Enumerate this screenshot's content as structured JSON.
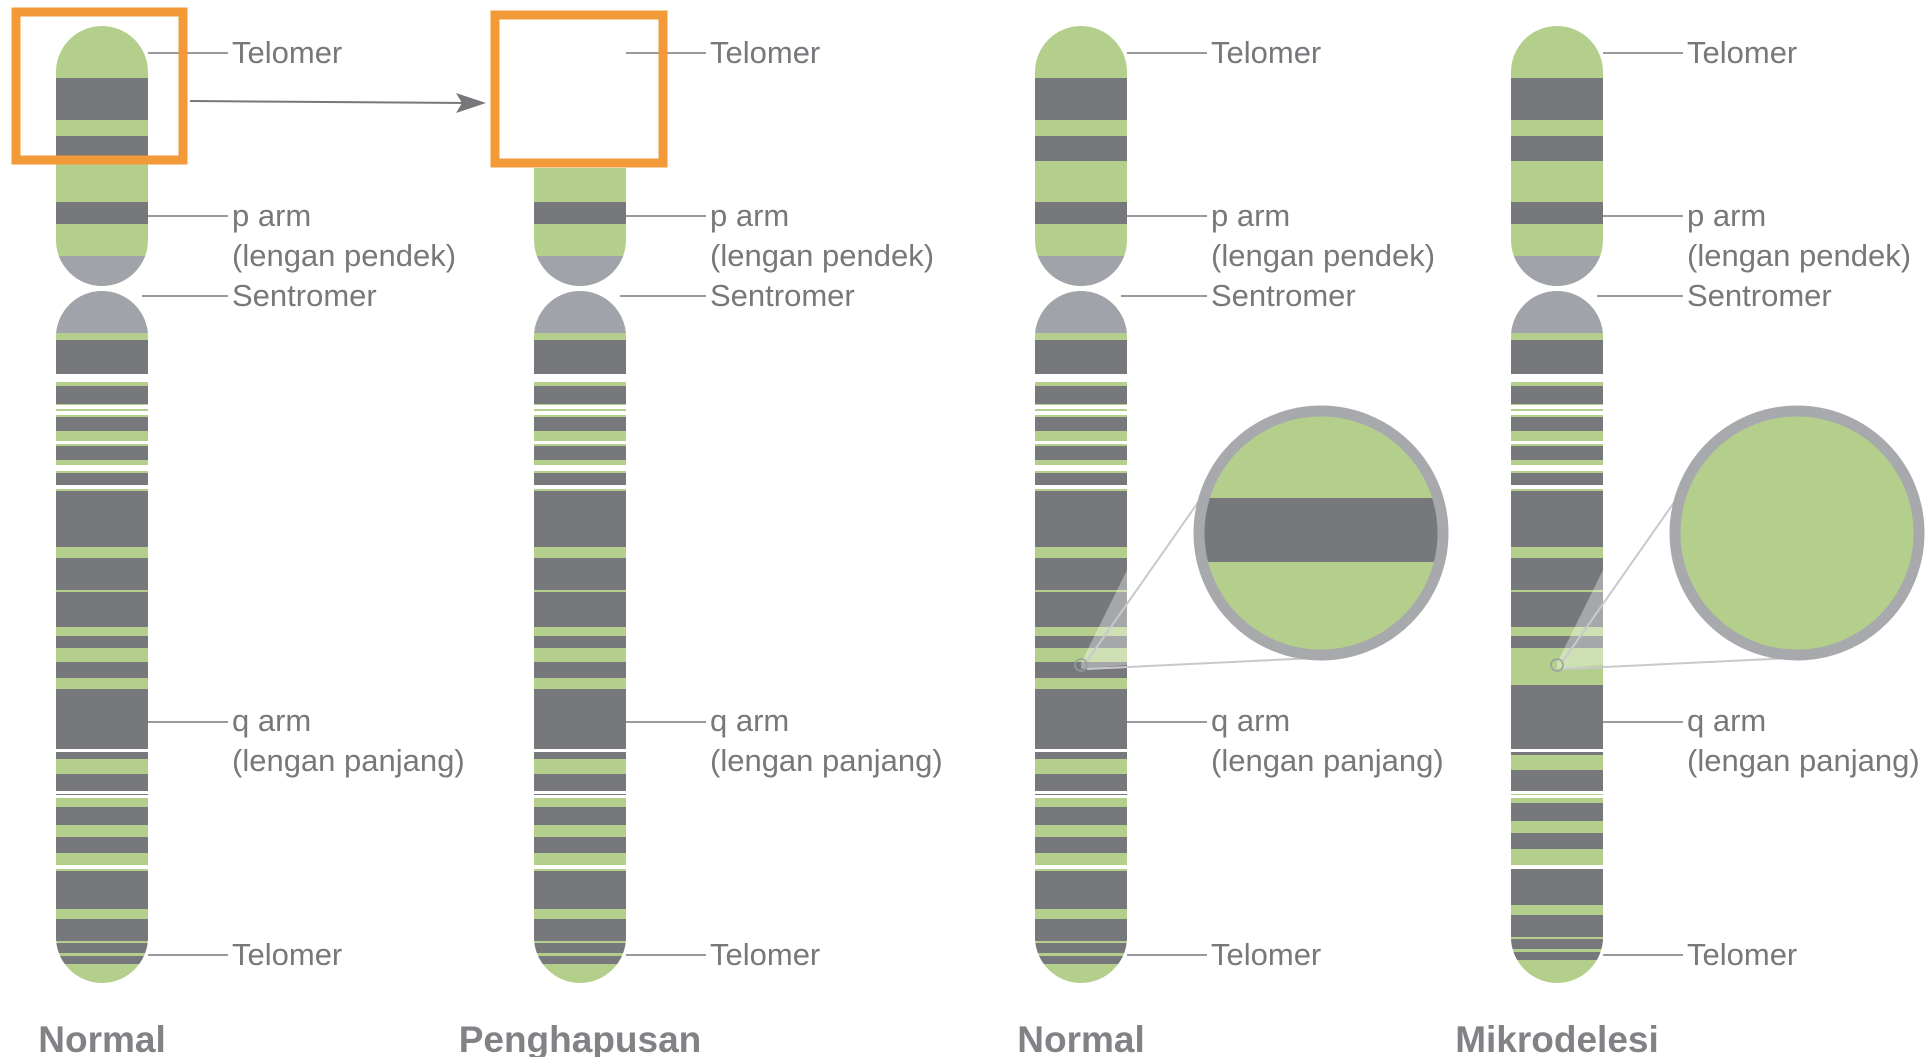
{
  "colors": {
    "band_light": "#b4cf8c",
    "band_dark": "#77787c",
    "centromere": "#a1a3aa",
    "highlight": "#f39a38",
    "leader_line": "#77787b",
    "text": "#77787b",
    "caption": "#808285",
    "magnifier_rim": "#a7a9ad"
  },
  "labels": {
    "telomer_top": "Telomer",
    "p_arm": "p arm",
    "p_arm_sub": "(lengan pendek)",
    "sentromer": "Sentromer",
    "q_arm": "q arm",
    "q_arm_sub": "(lengan panjang)",
    "telomer_bottom": "Telomer"
  },
  "chromosomes": [
    {
      "id": "normal-1",
      "caption": "Normal",
      "variant": "normal",
      "highlight_box": true
    },
    {
      "id": "deletion",
      "caption": "Penghapusan",
      "variant": "deletion",
      "highlight_box": true
    },
    {
      "id": "normal-2",
      "caption": "Normal",
      "variant": "normal",
      "magnifier": "band"
    },
    {
      "id": "microdeletion",
      "caption": "Mikrodelesi",
      "variant": "microdeletion",
      "magnifier": "no-band"
    }
  ],
  "icons": {
    "arrow": "arrow-right-icon",
    "magnifier": "magnifier-circle-icon"
  }
}
